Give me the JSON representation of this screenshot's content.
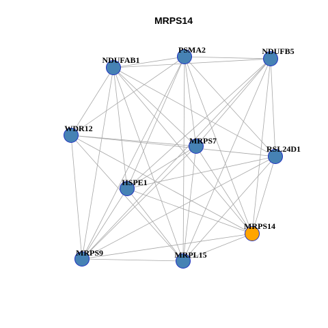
{
  "title": "MRPS14",
  "colors": {
    "node_default": "#4682b4",
    "node_highlight": "#ffa500",
    "node_border": "#1e2fc0",
    "edge": "#a6a6a6"
  },
  "nodes": [
    {
      "id": "PSMA2",
      "label": "PSMA2",
      "highlight": false
    },
    {
      "id": "NDUFB5",
      "label": "NDUFB5",
      "highlight": false
    },
    {
      "id": "NDUFAB1",
      "label": "NDUFAB1",
      "highlight": false
    },
    {
      "id": "WDR12",
      "label": "WDR12",
      "highlight": false
    },
    {
      "id": "MRPS7",
      "label": "MRPS7",
      "highlight": false
    },
    {
      "id": "RSL24D1",
      "label": "RSL24D1",
      "highlight": false
    },
    {
      "id": "HSPE1",
      "label": "HSPE1",
      "highlight": false
    },
    {
      "id": "MRPS14",
      "label": "MRPS14",
      "highlight": true
    },
    {
      "id": "MRPS9",
      "label": "MRPS9",
      "highlight": false
    },
    {
      "id": "MRPL15",
      "label": "MRPL15",
      "highlight": false
    }
  ],
  "edges": [
    [
      "NDUFAB1",
      "PSMA2"
    ],
    [
      "NDUFAB1",
      "NDUFB5"
    ],
    [
      "PSMA2",
      "NDUFB5"
    ],
    [
      "NDUFAB1",
      "WDR12"
    ],
    [
      "NDUFAB1",
      "MRPS7"
    ],
    [
      "NDUFAB1",
      "RSL24D1"
    ],
    [
      "NDUFAB1",
      "HSPE1"
    ],
    [
      "NDUFAB1",
      "MRPS14"
    ],
    [
      "NDUFAB1",
      "MRPS9"
    ],
    [
      "NDUFAB1",
      "MRPL15"
    ],
    [
      "PSMA2",
      "WDR12"
    ],
    [
      "PSMA2",
      "MRPS7"
    ],
    [
      "PSMA2",
      "RSL24D1"
    ],
    [
      "PSMA2",
      "HSPE1"
    ],
    [
      "PSMA2",
      "MRPS14"
    ],
    [
      "PSMA2",
      "MRPS9"
    ],
    [
      "PSMA2",
      "MRPL15"
    ],
    [
      "NDUFB5",
      "MRPS7"
    ],
    [
      "NDUFB5",
      "RSL24D1"
    ],
    [
      "NDUFB5",
      "HSPE1"
    ],
    [
      "NDUFB5",
      "MRPS14"
    ],
    [
      "NDUFB5",
      "MRPS9"
    ],
    [
      "NDUFB5",
      "MRPL15"
    ],
    [
      "WDR12",
      "MRPS7"
    ],
    [
      "WDR12",
      "RSL24D1"
    ],
    [
      "WDR12",
      "MRPS9"
    ],
    [
      "WDR12",
      "MRPL15"
    ],
    [
      "WDR12",
      "MRPS14"
    ],
    [
      "MRPS7",
      "HSPE1"
    ],
    [
      "MRPS7",
      "MRPS14"
    ],
    [
      "MRPS7",
      "MRPS9"
    ],
    [
      "MRPS7",
      "MRPL15"
    ],
    [
      "RSL24D1",
      "HSPE1"
    ],
    [
      "RSL24D1",
      "MRPS14"
    ],
    [
      "RSL24D1",
      "MRPS9"
    ],
    [
      "RSL24D1",
      "MRPL15"
    ],
    [
      "HSPE1",
      "MRPS14"
    ],
    [
      "HSPE1",
      "MRPS9"
    ],
    [
      "HSPE1",
      "MRPL15"
    ],
    [
      "MRPS14",
      "MRPS9"
    ],
    [
      "MRPS14",
      "MRPL15"
    ],
    [
      "MRPS9",
      "MRPL15"
    ]
  ]
}
